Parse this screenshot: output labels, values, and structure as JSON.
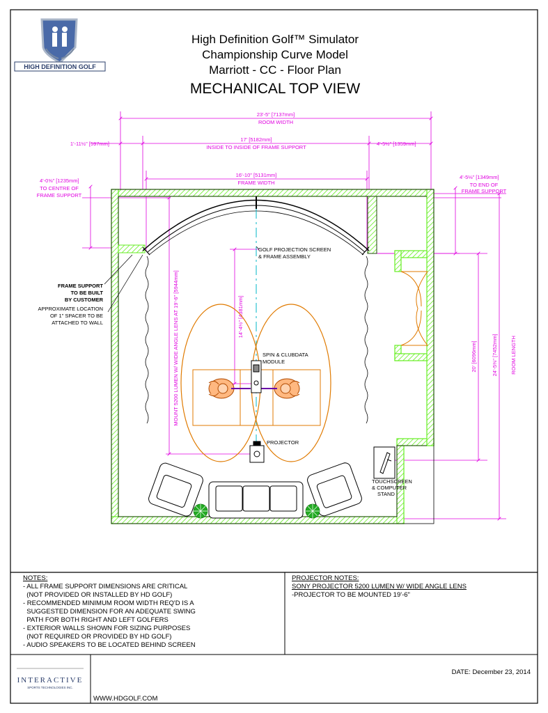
{
  "title": {
    "line1": "High Definition Golf™ Simulator",
    "line2": "Championship Curve Model",
    "line3": "Marriott - CC - Floor Plan",
    "line4": "MECHANICAL TOP VIEW"
  },
  "logo": {
    "text": "HIGH DEFINITION GOLF"
  },
  "dimensions": {
    "room_width": "23'-5\" [7137mm]",
    "room_width_label": "ROOM WIDTH",
    "left_offset": "1'-11½\" [597mm]",
    "inside_width": "17' [5182mm]",
    "inside_width_label": "INSIDE TO INSIDE OF FRAME SUPPORT",
    "right_offset": "4'-5½\" [1359mm]",
    "frame_width": "16'-10\" [5131mm]",
    "frame_width_label": "FRAME WIDTH",
    "left_centre": "4'-0⅝\" [1235mm]",
    "left_centre_label1": "TO CENTRE OF",
    "left_centre_label2": "FRAME SUPPORT",
    "right_end": "4'-5⅛\" [1349mm]",
    "right_end_label1": "TO END OF",
    "right_end_label2": "FRAME SUPPORT",
    "screen_to_tee": "14'-4½\" [4381mm]",
    "mount_label": "MOUNT 5200 LUMEN W/ WIDE ANGLE LENS AT 19'-6\" [5944mm]",
    "inner_length": "20' [6096mm]",
    "room_length": "24'-5⅜\" [7452mm]",
    "room_length_label": "ROOM LENGTH"
  },
  "labels": {
    "screen1": "GOLF PROJECTION SCREEN",
    "screen2": "& FRAME ASSEMBLY",
    "frame_support1": "FRAME SUPPORT",
    "frame_support2": "TO BE BUILT",
    "frame_support3": "BY CUSTOMER",
    "spacer1": "APPROXIMATE LOCATION",
    "spacer2": "OF 1\" SPACER TO BE",
    "spacer3": "ATTACHED TO WALL",
    "spin1": "SPIN & CLUBDATA",
    "spin2": "MODULE",
    "projector": "PROJECTOR",
    "touch1": "TOUCHSCREEN",
    "touch2": "& COMPUTER",
    "touch3": "STAND"
  },
  "notes": {
    "heading": "NOTES:",
    "lines": [
      "- ALL FRAME SUPPORT DIMENSIONS ARE CRITICAL",
      "  (NOT PROVIDED OR INSTALLED BY HD GOLF)",
      "- RECOMMENDED MINIMUM ROOM WIDTH REQ'D IS A",
      "  SUGGESTED DIMENSION FOR AN ADEQUATE SWING",
      "  PATH FOR BOTH RIGHT AND LEFT GOLFERS",
      "- EXTERIOR WALLS SHOWN FOR SIZING PURPOSES",
      "  (NOT REQUIRED OR PROVIDED BY HD GOLF)",
      "- AUDIO SPEAKERS TO BE LOCATED BEHIND SCREEN"
    ]
  },
  "projector_notes": {
    "heading": "PROJECTOR NOTES:",
    "line1": "SONY PROJECTOR 5200 LUMEN W/ WIDE ANGLE LENS",
    "line2": "-PROJECTOR TO BE MOUNTED 19'-6\""
  },
  "footer": {
    "company": "INTERACTIVE",
    "company_sub": "SPORTS TECHNOLOGIES INC.",
    "website": "WWW.HDGOLF.COM",
    "date": "DATE: December 23, 2014"
  },
  "colors": {
    "dimension": "#e000e0",
    "wall": "#66ee22",
    "swing": "#e07a00",
    "centerline": "#00b7c7",
    "line": "#000000"
  }
}
